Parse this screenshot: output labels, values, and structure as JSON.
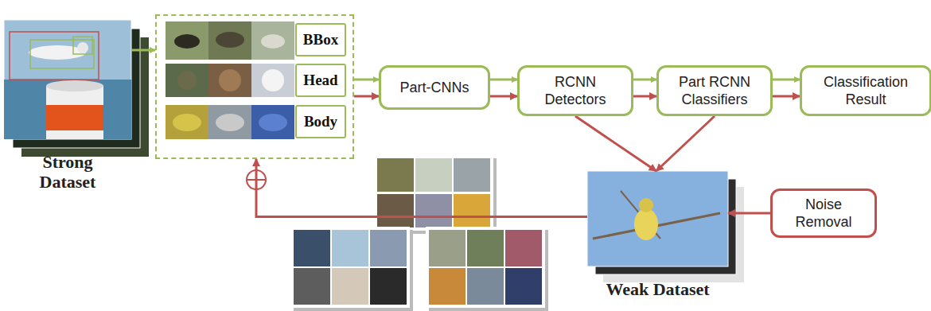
{
  "diagram": {
    "nodes": [
      {
        "text": [
          "Strong Dataset"
        ]
      },
      {
        "text": []
      },
      {
        "text": [
          "BBox"
        ],
        "in": 1
      },
      {
        "text": [
          "Head"
        ],
        "in": 1
      },
      {
        "text": [
          "Body"
        ],
        "in": 1
      },
      {
        "text": [
          "Part-CNNs"
        ]
      },
      {
        "text": [
          "RCNN Detectors"
        ]
      },
      {
        "text": [
          "Part RCNN Classifiers"
        ]
      },
      {
        "text": [
          "Classification Result"
        ]
      },
      {
        "text": [
          "Weak Dataset"
        ]
      },
      {
        "text": [
          "Noise Removal"
        ]
      }
    ],
    "edges": [
      {
        "from": 0,
        "to": 1,
        "arrow": "to"
      },
      {
        "from": 1,
        "to": 5,
        "arrow": "to"
      },
      {
        "from": 1,
        "to": 5,
        "arrow": "to"
      },
      {
        "from": 5,
        "to": 6,
        "arrow": "to"
      },
      {
        "from": 5,
        "to": 6,
        "arrow": "to"
      },
      {
        "from": 6,
        "to": 7,
        "arrow": "to"
      },
      {
        "from": 6,
        "to": 7,
        "arrow": "to"
      },
      {
        "from": 7,
        "to": 8,
        "arrow": "to"
      },
      {
        "from": 7,
        "to": 8,
        "arrow": "to"
      },
      {
        "from": 6,
        "to": 9,
        "arrow": "to"
      },
      {
        "from": 7,
        "to": 9,
        "arrow": "to"
      },
      {
        "from": 10,
        "to": 9,
        "arrow": "to"
      },
      {
        "from": 9,
        "to": 1,
        "arrow": "to"
      }
    ]
  }
}
